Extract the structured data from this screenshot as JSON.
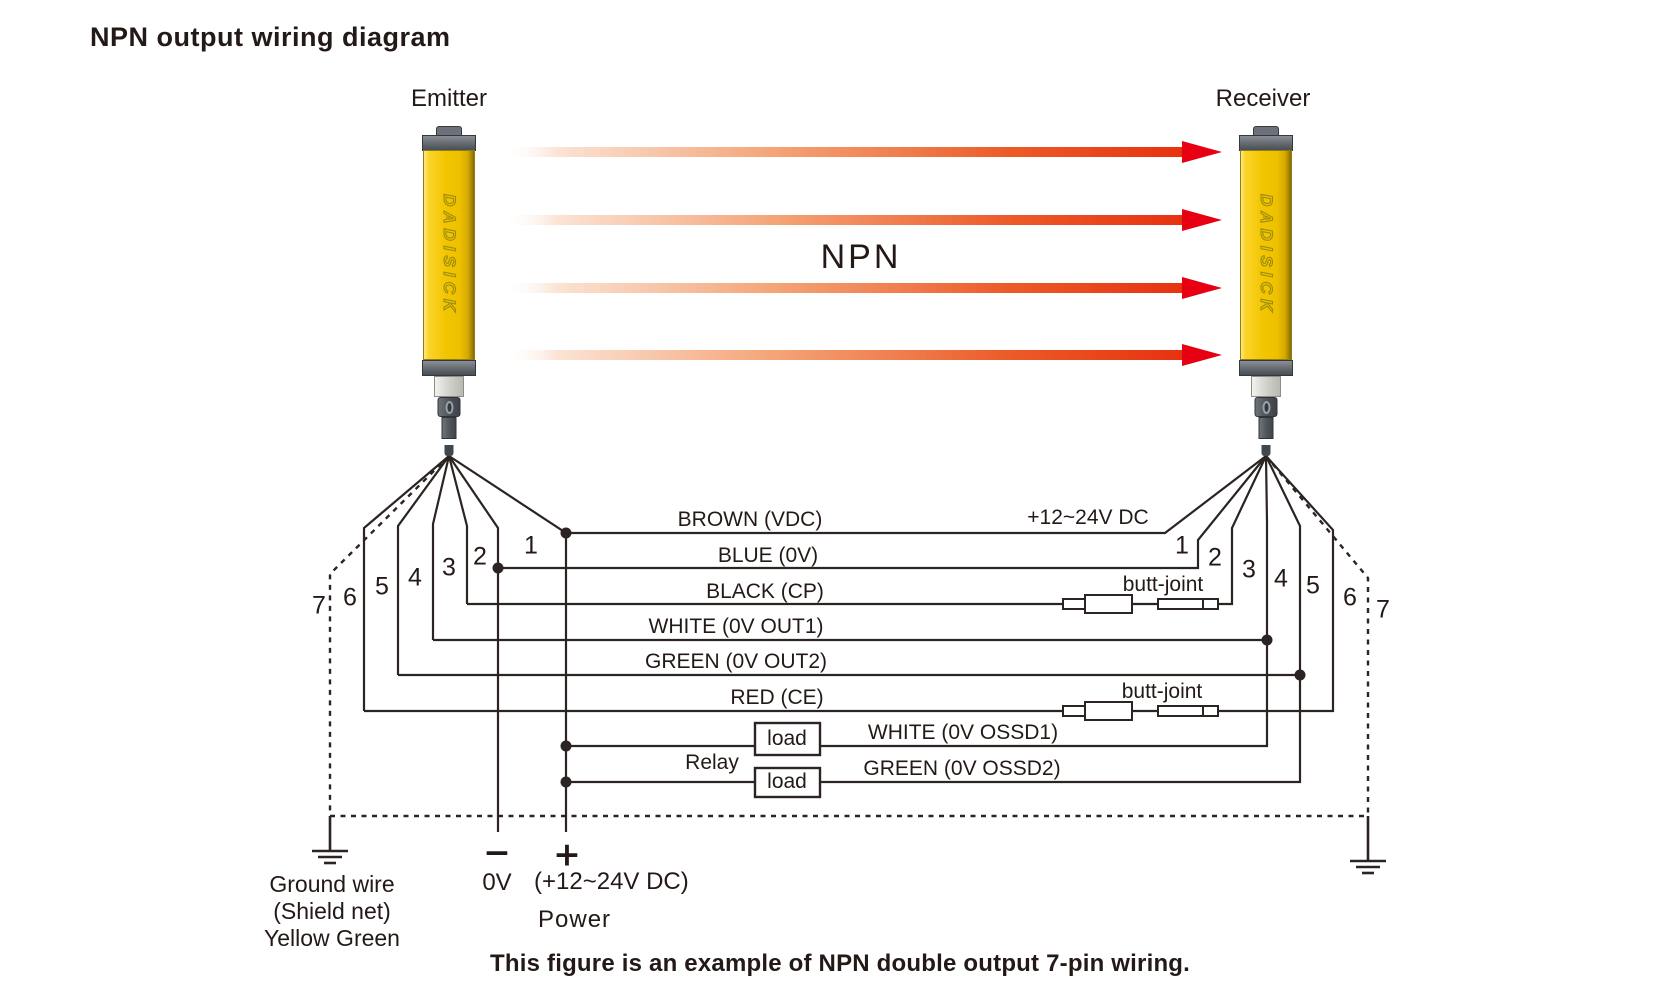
{
  "title": "NPN output wiring diagram",
  "caption": "This figure is an example of NPN double output 7-pin wiring.",
  "devices": {
    "emitter_label": "Emitter",
    "receiver_label": "Receiver",
    "brand": "DADISICK"
  },
  "beams": {
    "label": "NPN",
    "count": 4
  },
  "wire_labels": {
    "brown": "BROWN (VDC)",
    "blue": "BLUE (0V)",
    "black": "BLACK (CP)",
    "white_out1": "WHITE (0V OUT1)",
    "green_out2": "GREEN (0V OUT2)",
    "red": "RED (CE)",
    "white_ossd1": "WHITE (0V OSSD1)",
    "green_ossd2": "GREEN (0V OSSD2)"
  },
  "pins_left": [
    "1",
    "2",
    "3",
    "4",
    "5",
    "6",
    "7"
  ],
  "pins_right": [
    "1",
    "2",
    "3",
    "4",
    "5",
    "6",
    "7"
  ],
  "labels": {
    "supply_top": "+12~24V DC",
    "butt_joint_1": "butt-joint",
    "butt_joint_2": "butt-joint",
    "load_1": "load",
    "load_2": "load",
    "relay": "Relay",
    "minus": "−",
    "plus": "+",
    "zero_volt": "0V",
    "supply_bottom": "(+12~24V DC)",
    "power": "Power",
    "ground_line1": "Ground wire",
    "ground_line2": "(Shield net)",
    "ground_line3": "Yellow Green"
  },
  "colors": {
    "ink": "#231916",
    "beam_red": "#e60012",
    "device_yellow": "#f2c500",
    "cap_gray": "#5b6066"
  }
}
